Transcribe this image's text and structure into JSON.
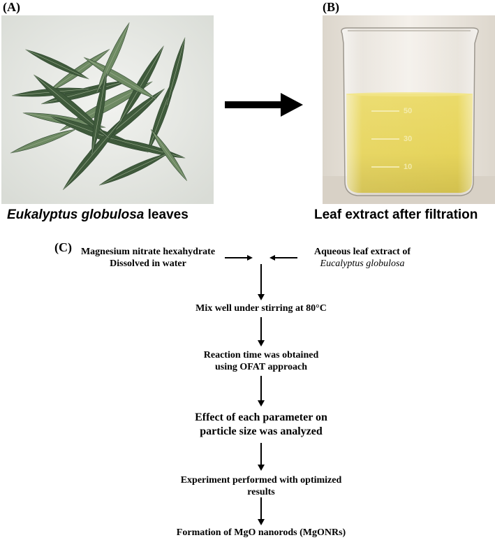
{
  "panels": {
    "a": {
      "label": "(A)",
      "caption_italic": "Eukalyptus globulosa",
      "caption_rest": " leaves"
    },
    "b": {
      "label": "(B)",
      "caption": "Leaf extract after filtration"
    },
    "c": {
      "label": "(C)"
    }
  },
  "flowchart": {
    "input_left": [
      "Magnesium nitrate hexahydrate",
      "Dissolved in water"
    ],
    "input_right": {
      "line1": "Aqueous leaf extract of",
      "line2_italic": "Eucalyptus globulosa"
    },
    "steps": [
      [
        "Mix well under stirring at 80°C"
      ],
      [
        "Reaction time was obtained",
        "using OFAT approach"
      ],
      [
        "Effect of each parameter on",
        "particle size was analyzed"
      ],
      [
        "Experiment performed with optimized",
        "results"
      ],
      [
        "Formation of MgO nanorods (MgONRs)"
      ]
    ]
  },
  "beaker_markings": [
    "50",
    "30",
    "10"
  ],
  "colors": {
    "leaf_dark": "#3f5a3b",
    "leaf_light": "#6e8a63",
    "extract": "#e6d24a",
    "background_a": "#e6e8e4",
    "background_b": "#efe9e0"
  }
}
